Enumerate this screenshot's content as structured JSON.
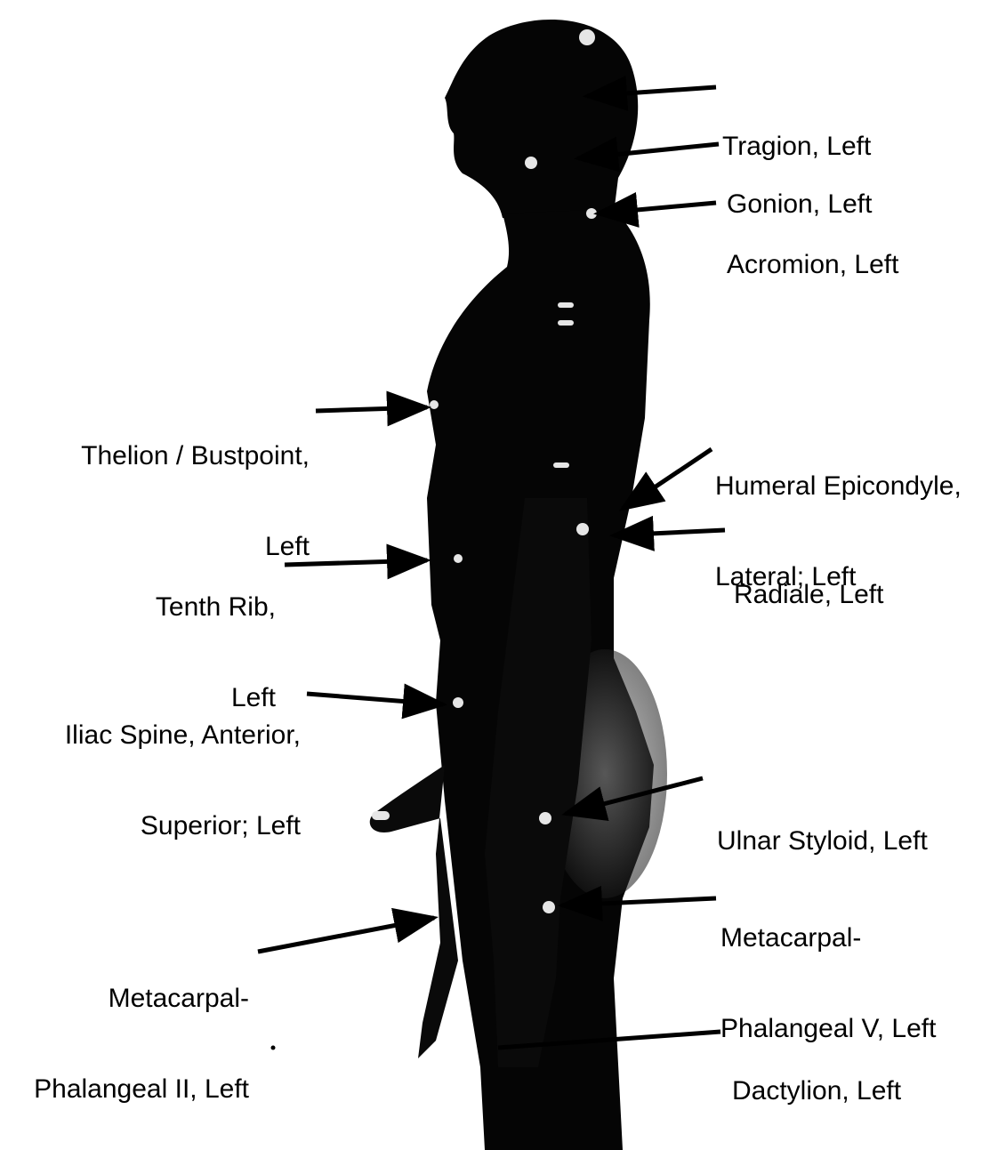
{
  "labels": {
    "tragion": [
      "Tragion, Left"
    ],
    "gonion": [
      "Gonion, Left"
    ],
    "acromion": [
      "Acromion, Left"
    ],
    "thelion": [
      "Thelion / Bustpoint,",
      "Left"
    ],
    "humeral": [
      "Humeral Epicondyle,",
      "Lateral; Left"
    ],
    "radiale": [
      "Radiale, Left"
    ],
    "tenth_rib": [
      "Tenth Rib,",
      "Left"
    ],
    "iliac": [
      "Iliac Spine, Anterior,",
      "Superior; Left"
    ],
    "ulnar": [
      "Ulnar Styloid, Left"
    ],
    "mcp5": [
      "Metacarpal-",
      "Phalangeal V, Left"
    ],
    "mcp2": [
      "Metacarpal-",
      "Phalangeal II, Left"
    ],
    "dactylion": [
      "Dactylion, Left"
    ]
  },
  "colors": {
    "figure": "#050505",
    "marker": "#e8e8e8",
    "arrow": "#000000",
    "background": "#ffffff"
  }
}
